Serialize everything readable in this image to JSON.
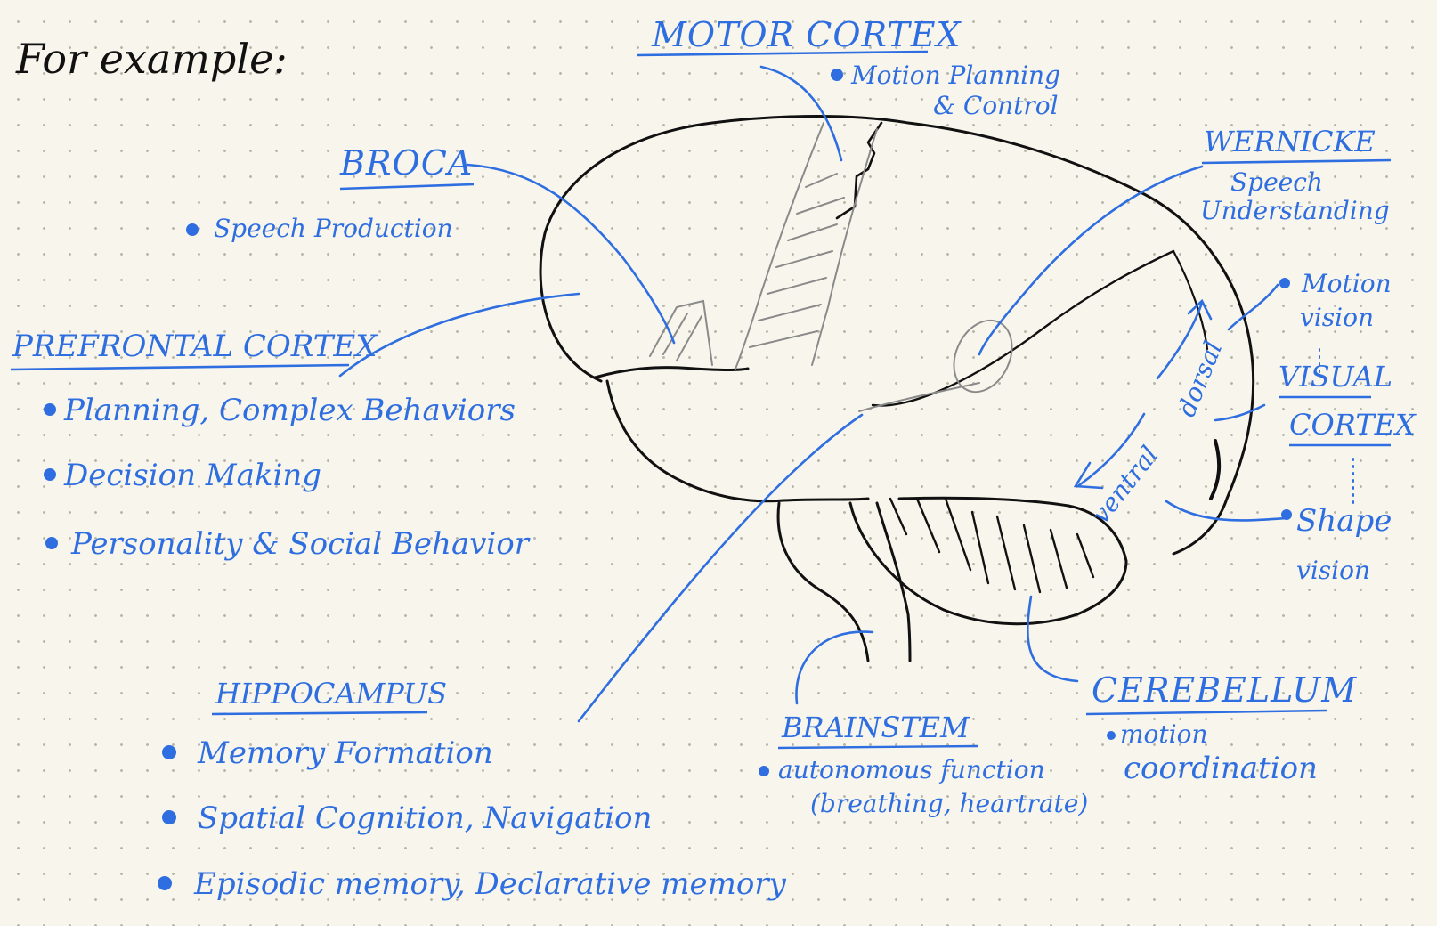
{
  "page_title": "For example:",
  "regions": {
    "motor_cortex": {
      "title": "MOTOR CORTEX",
      "items": [
        "Motion Planning",
        "& Control"
      ]
    },
    "broca": {
      "title": "BROCA",
      "items": [
        "Speech Production"
      ]
    },
    "wernicke": {
      "title": "WERNICKE",
      "items": [
        "Speech",
        "Understanding"
      ]
    },
    "prefrontal": {
      "title": "PREFRONTAL CORTEX",
      "items": [
        "Planning, Complex Behaviors",
        "Decision Making",
        "Personality & Social Behavior"
      ]
    },
    "visual_cortex": {
      "title_lines": [
        "VISUAL",
        "CORTEX"
      ],
      "motion_vision": [
        "Motion",
        "vision"
      ],
      "shape_vision": [
        "Shape",
        "vision"
      ]
    },
    "hippocampus": {
      "title": "HIPPOCAMPUS",
      "items": [
        "Memory Formation",
        "Spatial Cognition, Navigation",
        "Episodic memory, Declarative memory"
      ]
    },
    "brainstem": {
      "title": "BRAINSTEM",
      "items": [
        "autonomous function",
        "(breathing, heartrate)"
      ]
    },
    "cerebellum": {
      "title": "CEREBELLUM",
      "items": [
        "motion",
        "coordination"
      ]
    }
  },
  "pathways": {
    "dorsal": "dorsal",
    "ventral": "ventral"
  },
  "colors": {
    "ink": "#111111",
    "annotation": "#2f6ee0",
    "hatch": "#8a8a8a",
    "paper": "#f8f6ec"
  }
}
